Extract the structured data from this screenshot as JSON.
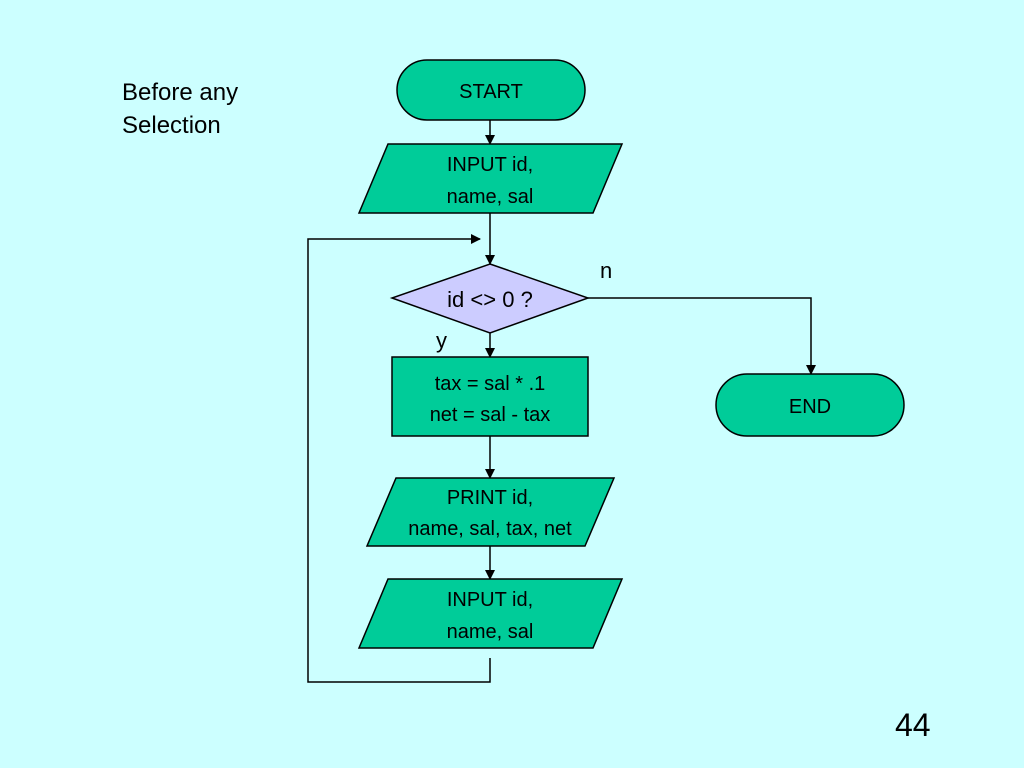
{
  "caption": {
    "line1": "Before any",
    "line2": "Selection"
  },
  "page_number": "44",
  "colors": {
    "background": "#ccffff",
    "shape_fill": "#00cc99",
    "decision_fill": "#ccccff",
    "line": "#000000"
  },
  "flowchart": {
    "start": "START",
    "input1": {
      "line1": "INPUT id,",
      "line2": "name, sal"
    },
    "decision": "id <> 0 ?",
    "yes_label": "y",
    "no_label": "n",
    "process": {
      "line1": "tax = sal * .1",
      "line2": "net = sal - tax"
    },
    "print": {
      "line1": "PRINT id,",
      "line2": "name, sal, tax, net"
    },
    "input2": {
      "line1": "INPUT id,",
      "line2": "name, sal"
    },
    "end": "END"
  }
}
